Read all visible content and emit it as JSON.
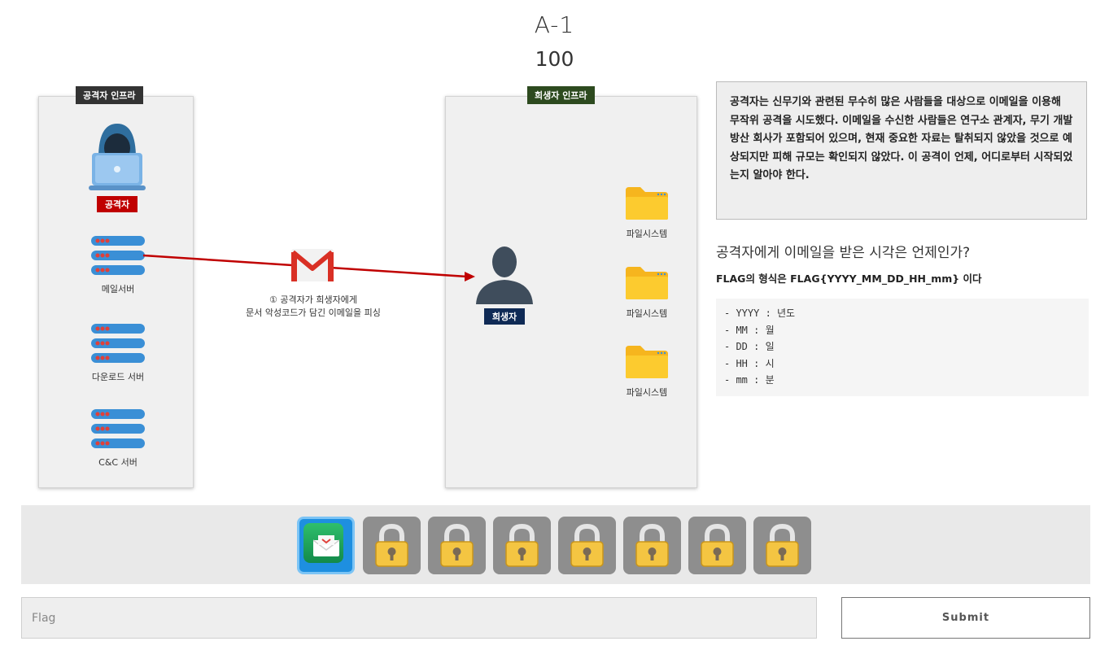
{
  "challenge": {
    "title": "A-1",
    "points": "100"
  },
  "diagram": {
    "attacker_infra_label": "공격자 인프라",
    "victim_infra_label": "희생자 인프라",
    "attacker_label": "공격자",
    "mail_server_label": "메일서버",
    "download_server_label": "다운로드 서버",
    "cnc_server_label": "C&C 서버",
    "phish_caption_line1": "① 공격자가 희생자에게",
    "phish_caption_line2": "문서 악성코드가 담긴 이메일을 피싱",
    "victim_label": "희생자",
    "filesystem_labels": [
      "파일시스템",
      "파일시스템",
      "파일시스템"
    ]
  },
  "description": "공격자는 신무기와 관련된 무수히 많은 사람들을 대상으로 이메일을 이용해 무작위 공격을 시도했다. 이메일을 수신한 사람들은 연구소 관계자, 무기 개발 방산 회사가 포함되어 있으며, 현재 중요한 자료는 탈취되지 않았을 것으로 예상되지만 피해 규모는 확인되지 않았다. 이 공격이 언제, 어디로부터 시작되었는지 알아야 한다.",
  "question": "공격자에게 이메일을 받은 시각은 언제인가?",
  "flag_format": "FLAG의 형식은 FLAG{YYYY_MM_DD_HH_mm} 이다",
  "format_lines": [
    "- YYYY : 년도",
    "- MM : 월",
    "- DD : 일",
    "- HH : 시",
    "- mm : 분"
  ],
  "badges": [
    {
      "icon": "mail-app-icon",
      "state": "active"
    },
    {
      "icon": "lock-icon",
      "state": "locked"
    },
    {
      "icon": "lock-icon",
      "state": "locked"
    },
    {
      "icon": "lock-icon",
      "state": "locked"
    },
    {
      "icon": "lock-icon",
      "state": "locked"
    },
    {
      "icon": "lock-icon",
      "state": "locked"
    },
    {
      "icon": "lock-icon",
      "state": "locked"
    },
    {
      "icon": "lock-icon",
      "state": "locked"
    }
  ],
  "flag_input": {
    "placeholder": "Flag",
    "value": ""
  },
  "submit_label": "Submit",
  "colors": {
    "attacker_tag": "#c00000",
    "victim_tag": "#0f2a55",
    "active_badge": "#1e8fe0",
    "locked_badge": "#8e8e8e",
    "phish_arrow": "#c00000"
  }
}
